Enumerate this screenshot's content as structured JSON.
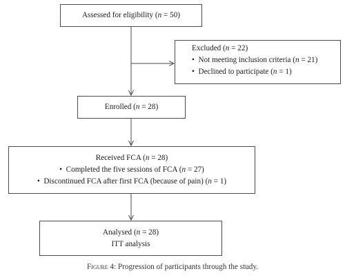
{
  "assessed": {
    "prefix": "Assessed for eligibility (",
    "n_label": "n",
    "suffix": " = 50)"
  },
  "excluded": {
    "title_prefix": "Excluded (",
    "title_n": "n",
    "title_suffix": " = 22)",
    "items": [
      {
        "prefix": "Not meeting inclusion criteria (",
        "n": "n",
        "suffix": " = 21)"
      },
      {
        "prefix": "Declined to participate (",
        "n": "n",
        "suffix": " = 1)"
      }
    ]
  },
  "enrolled": {
    "prefix": "Enrolled (",
    "n_label": "n",
    "suffix": " = 28)"
  },
  "received": {
    "title_prefix": "Received FCA (",
    "title_n": "n",
    "title_suffix": " = 28)",
    "items": [
      {
        "prefix": "Completed the five sessions of FCA (",
        "n": "n",
        "suffix": " = 27)"
      },
      {
        "prefix": "Discontinued FCA after first FCA (because of pain) (",
        "n": "n",
        "suffix": " = 1)"
      }
    ]
  },
  "analysed": {
    "title_prefix": "Analysed (",
    "title_n": "n",
    "title_suffix": " = 28)",
    "subtitle": "ITT analysis"
  },
  "caption": {
    "label": "Figure 4",
    "text": ": Progression of participants through the study."
  },
  "colors": {
    "line": "#4a4a4a",
    "text": "#1a1a1a"
  }
}
